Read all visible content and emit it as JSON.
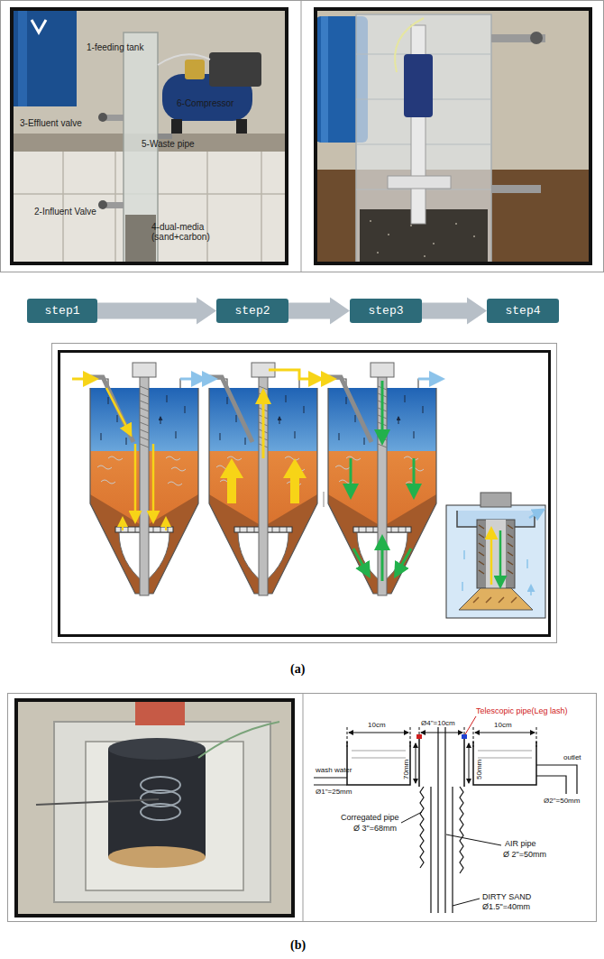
{
  "diagram": {
    "nodes": [
      {
        "text": [
          "step1"
        ]
      },
      {
        "text": [
          "step2"
        ]
      },
      {
        "text": [
          "step3"
        ]
      },
      {
        "text": [
          "step4"
        ]
      }
    ],
    "edges": [
      {
        "from": 0,
        "to": 1,
        "arrow": "to"
      },
      {
        "from": 1,
        "to": 2,
        "arrow": "to"
      },
      {
        "from": 2,
        "to": 3,
        "arrow": "to"
      }
    ],
    "labels": [
      "1-feeding tank",
      "3-Effluent valve",
      "6-Compressor",
      "5-Waste pipe",
      "2-Influent Valve",
      "4-dual-media (sand+carbon)",
      "(a)",
      "Telescopic pipe(Leg lash)",
      "Ø4\"=10cm",
      "10cm",
      "10cm",
      "70mm",
      "50mm",
      "wash water",
      "Ø1\"=25mm",
      "outlet",
      "Ø2\"=50mm",
      "Corregated pipe",
      "Ø 3\"=68mm",
      "AIR pipe",
      "Ø 2\"=50mm",
      "DIRTY SAND",
      "Ø1.5\"=40mm",
      "(b)"
    ]
  }
}
